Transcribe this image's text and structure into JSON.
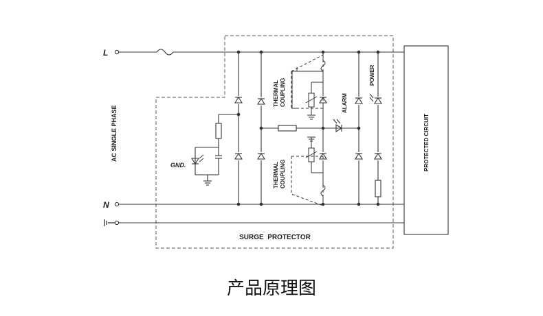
{
  "terminals": {
    "line": "L",
    "neutral": "N"
  },
  "labels": {
    "ac_single_phase": "AC SINGLE PHASE",
    "gnd": "GND.",
    "thermal_coupling_top": [
      "THERMAL",
      "COUPLING"
    ],
    "thermal_coupling_bottom": [
      "THERMAL",
      "COUPLING"
    ],
    "alarm": "ALARM",
    "power": "POWER",
    "surge_protector": "SURGE  PROTECTOR",
    "protected_circuit": "PROTECTED CIRCUIT"
  },
  "caption": "产品原理图",
  "colors": {
    "line": "#333333",
    "dash": "#555555",
    "text": "#1a1a1a"
  }
}
